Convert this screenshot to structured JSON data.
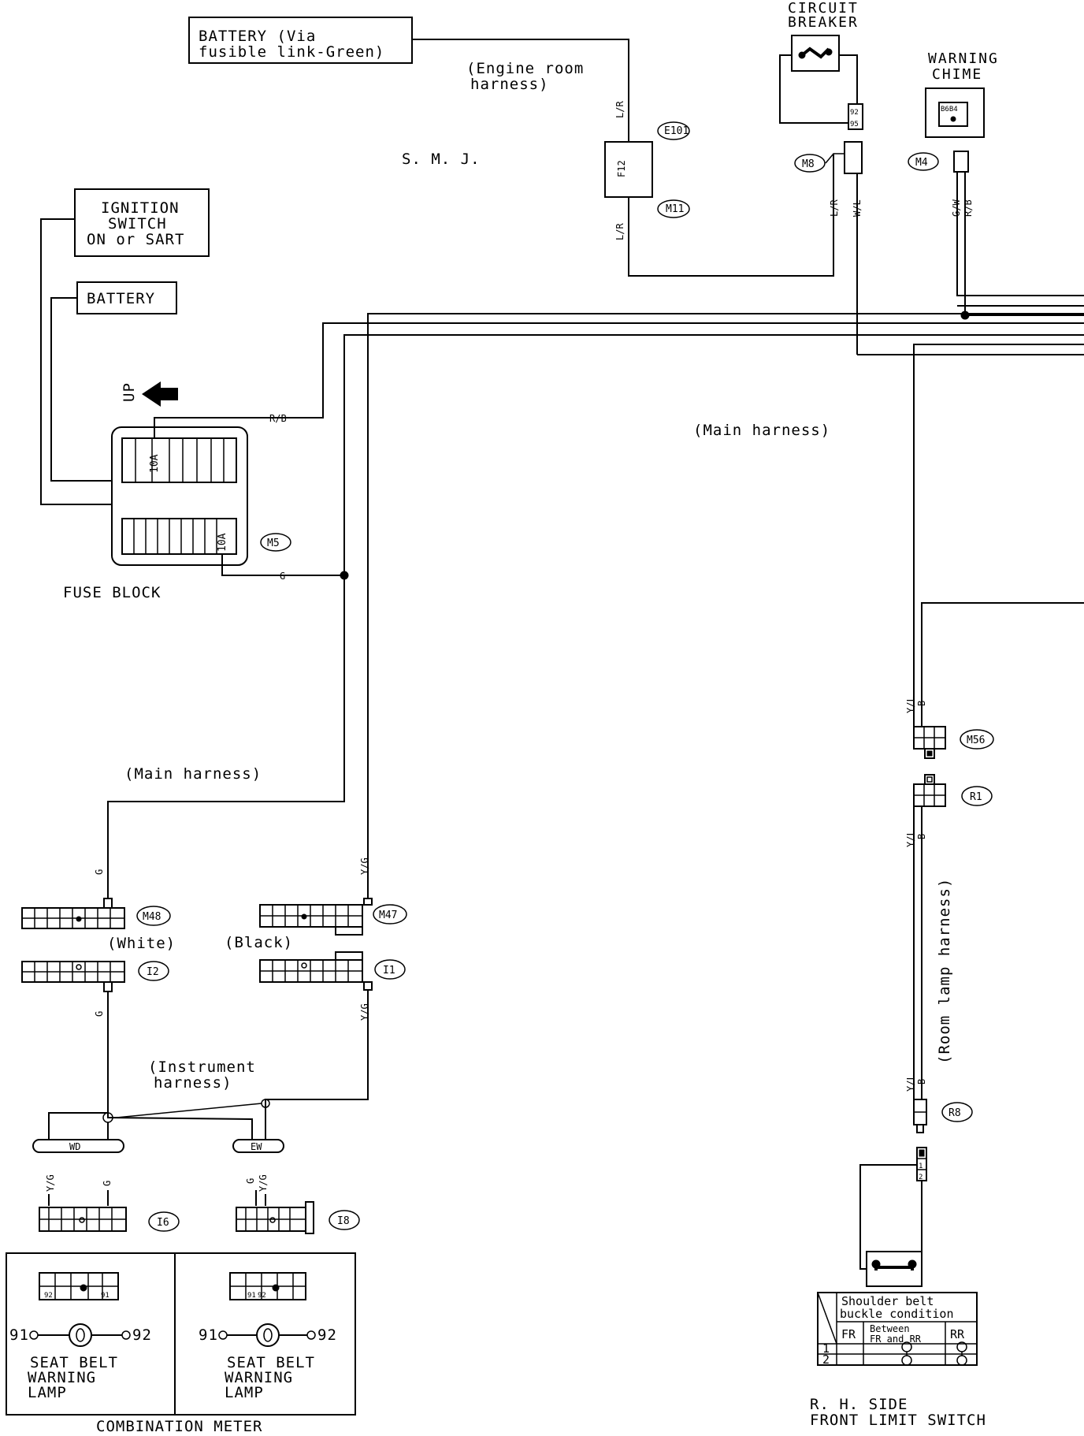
{
  "labels": {
    "battery_fusible_1": "BATTERY (Via",
    "battery_fusible_2": "fusible link-Green)",
    "engine_room_1": "(Engine room",
    "engine_room_2": "harness)",
    "smj": "S. M. J.",
    "circuit_breaker_1": "CIRCUIT",
    "circuit_breaker_2": "BREAKER",
    "warning_chime_1": "WARNING",
    "warning_chime_2": "CHIME",
    "ignition_1": "IGNITION",
    "ignition_2": "SWITCH",
    "ignition_3": "ON or SART",
    "battery": "BATTERY",
    "up": "UP",
    "main_harness_top": "(Main harness)",
    "fuse_block": "FUSE BLOCK",
    "main_harness_mid": "(Main harness)",
    "white": "(White)",
    "black": "(Black)",
    "instrument_1": "(Instrument",
    "instrument_2": "harness)",
    "room_lamp": "(Room lamp harness)",
    "seat_belt_1": "SEAT BELT",
    "seat_belt_2": "WARNING",
    "seat_belt_3": "LAMP",
    "combination_meter": "COMBINATION METER",
    "rh_side": "R. H. SIDE",
    "front_limit": "FRONT LIMIT SWITCH",
    "fuse_10a": "10A",
    "f12": "F12",
    "wd": "WD",
    "ew": "EW",
    "pin_91": "91",
    "pin_92": "92"
  },
  "connectors": {
    "e101": "E101",
    "m11": "M11",
    "m8": "M8",
    "m4": "M4",
    "m5": "M5",
    "m56": "M56",
    "r1": "R1",
    "m48": "M48",
    "m47": "M47",
    "i2": "I2",
    "i1": "I1",
    "i6": "I6",
    "i8": "I8",
    "r8": "R8"
  },
  "wires": {
    "lr": "L/R",
    "rb": "R/B",
    "wl": "W/L",
    "gw": "G/W",
    "g": "G",
    "yg": "Y/G",
    "yl": "Y/L",
    "b": "B"
  },
  "breaker_pins": {
    "p1": "92",
    "p2": "95"
  },
  "chime_code": "B6B4",
  "switch_table": {
    "header_main_1": "Shoulder belt",
    "header_main_2": "buckle condition",
    "col_fr": "FR",
    "col_between_1": "Between",
    "col_between_2": "FR and RR",
    "col_rr": "RR",
    "row_1": "1",
    "row_2": "2"
  }
}
